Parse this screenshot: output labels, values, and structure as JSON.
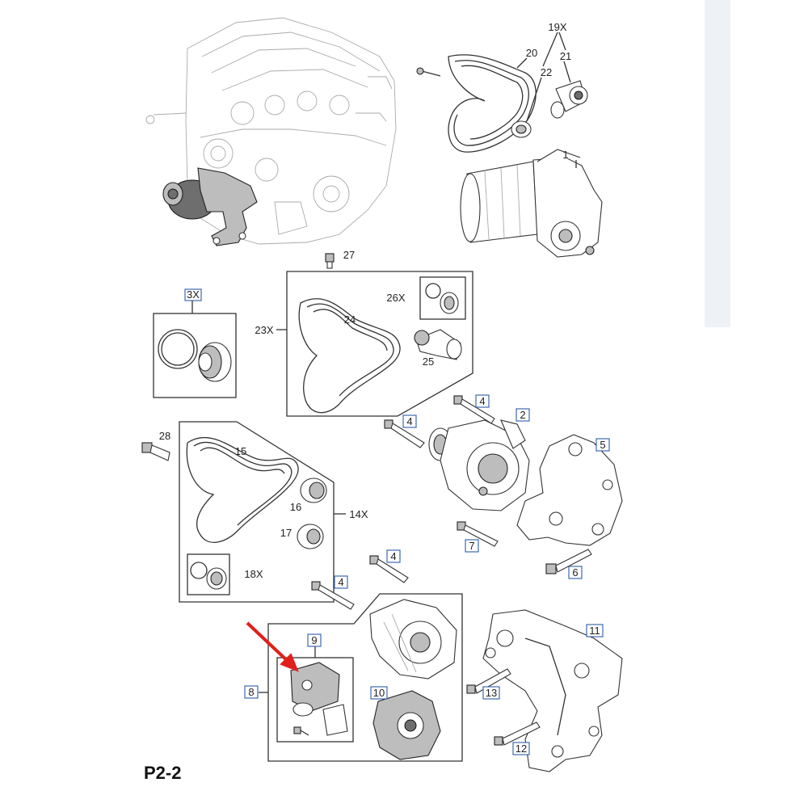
{
  "page_label": "P2-2",
  "callouts": {
    "c1": "1",
    "c2": "2",
    "c3x": "3X",
    "c4a": "4",
    "c4b": "4",
    "c4c": "4",
    "c4d": "4",
    "c5": "5",
    "c6": "6",
    "c7": "7",
    "c8": "8",
    "c9": "9",
    "c10": "10",
    "c11": "11",
    "c12": "12",
    "c13": "13",
    "c14x": "14X",
    "c15": "15",
    "c16": "16",
    "c17": "17",
    "c18x": "18X",
    "c19x": "19X",
    "c20": "20",
    "c21": "21",
    "c22": "22",
    "c23x": "23X",
    "c24": "24",
    "c25": "25",
    "c26x": "26X",
    "c27": "27",
    "c28": "28"
  },
  "colors": {
    "highlight_arrow": "#e0201a",
    "callout_box": "#2a5ea8",
    "side_strip": "#eef2f7"
  },
  "icons": [
    "pointer-arrow-icon"
  ]
}
